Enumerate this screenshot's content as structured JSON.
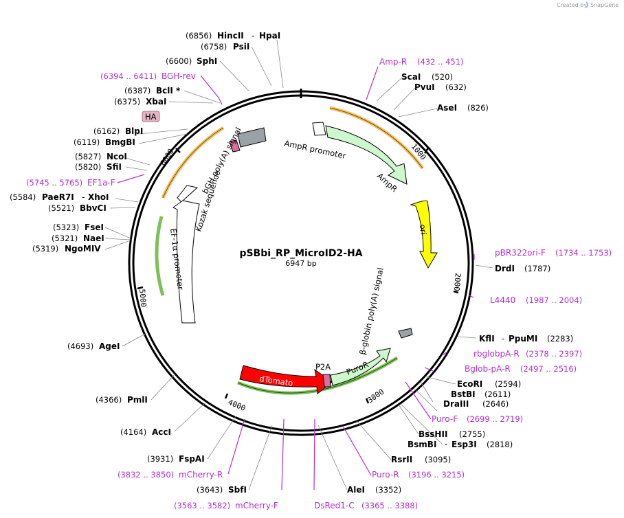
{
  "title": "pSBbi_RP_MicroID2-HA",
  "length": "6947 bp",
  "credit": {
    "created_by": "Created by",
    "brand": "SnapGene"
  },
  "ticks": [
    "1000",
    "2000",
    "3000",
    "4000",
    "5000",
    "6000"
  ],
  "sites": [
    {
      "name": "HincII",
      "pos": "(6856)"
    },
    {
      "name": "HpaI"
    },
    {
      "name": "PsiI",
      "pos": "(6758)"
    },
    {
      "name": "SphI",
      "pos": "(6600)"
    },
    {
      "name": "BclI *",
      "pos": "(6387)"
    },
    {
      "name": "XbaI",
      "pos": "(6375)"
    },
    {
      "name": "BlpI",
      "pos": "(6162)"
    },
    {
      "name": "BmgBI",
      "pos": "(6119)"
    },
    {
      "name": "NcoI",
      "pos": "(5827)"
    },
    {
      "name": "SfiI",
      "pos": "(5820)"
    },
    {
      "name": "PaeR7I",
      "pos": "(5584)"
    },
    {
      "name": "XhoI"
    },
    {
      "name": "BbvCI",
      "pos": "(5521)"
    },
    {
      "name": "FseI",
      "pos": "(5323)"
    },
    {
      "name": "NaeI",
      "pos": "(5321)"
    },
    {
      "name": "NgoMIV",
      "pos": "(5319)"
    },
    {
      "name": "AgeI",
      "pos": "(4693)"
    },
    {
      "name": "PmlI",
      "pos": "(4366)"
    },
    {
      "name": "AccI",
      "pos": "(4164)"
    },
    {
      "name": "FspAI",
      "pos": "(3931)"
    },
    {
      "name": "SbfI",
      "pos": "(3643)"
    },
    {
      "name": "AleI",
      "pos": "(3352)"
    },
    {
      "name": "RsrII",
      "pos": "(3095)"
    },
    {
      "name": "BsmBI",
      "pos": "(2818)"
    },
    {
      "name": "Esp3I"
    },
    {
      "name": "BssHII",
      "pos": "(2755)"
    },
    {
      "name": "DraIII",
      "pos": "(2646)"
    },
    {
      "name": "BstBI",
      "pos": "(2611)"
    },
    {
      "name": "EcoRI",
      "pos": "(2594)"
    },
    {
      "name": "KflI",
      "pos": "(2283)"
    },
    {
      "name": "PpuMI"
    },
    {
      "name": "DrdI",
      "pos": "(1787)"
    },
    {
      "name": "AseI",
      "pos": "(826)"
    },
    {
      "name": "PvuI",
      "pos": "(632)"
    },
    {
      "name": "ScaI",
      "pos": "(520)"
    }
  ],
  "primers": [
    {
      "name": "BGH-rev",
      "range": "(6394 .. 6411)"
    },
    {
      "name": "EF1a-F",
      "range": "(5745 .. 5765)"
    },
    {
      "name": "Amp-R",
      "range": "(432 .. 451)"
    },
    {
      "name": "pBR322ori-F",
      "range": "(1734 .. 1753)"
    },
    {
      "name": "L4440",
      "range": "(1987 .. 2004)"
    },
    {
      "name": "rbglobpA-R",
      "range": "(2378 .. 2397)"
    },
    {
      "name": "Bglob-pA-R",
      "range": "(2497 .. 2516)"
    },
    {
      "name": "Puro-F",
      "range": "(2699 .. 2719)"
    },
    {
      "name": "Puro-R",
      "range": "(3196 .. 3215)"
    },
    {
      "name": "DsRed1-C",
      "range": "(3365 .. 3388)"
    },
    {
      "name": "mCherry-F",
      "range": "(3563 .. 3582)"
    },
    {
      "name": "mCherry-R",
      "range": "(3832 .. 3850)"
    }
  ],
  "features": {
    "ha": "HA",
    "ampr_promoter": "AmpR promoter",
    "ampr": "AmpR",
    "ori": "ori",
    "bgh": "bGH poly(A) signal",
    "kozak": "Kozak sequence",
    "ef1a": "EF-1α promoter",
    "bglobin": "β-globin poly(A) signal",
    "p2a": "P2A",
    "puror": "PuroR",
    "dtomato": "dTomato"
  },
  "colors": {
    "primer": "#b32dd6",
    "ampr_fill": "#cdf7cd",
    "ori_fill": "#ffff00",
    "dtomato_fill": "#ff0000",
    "orf_outline_orange": "#f0a830",
    "orf_outline_green": "#5cb02c",
    "terminator_fill": "#9aa2a8",
    "ha_fill": "#e3b5c3"
  }
}
